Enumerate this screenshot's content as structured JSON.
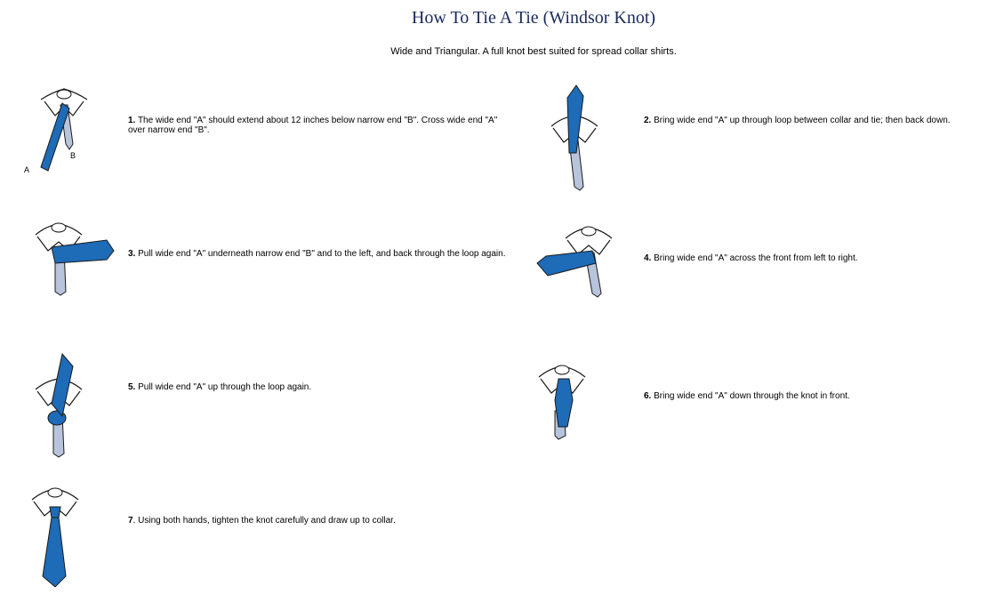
{
  "page": {
    "title": "How To Tie A Tie (Windsor Knot)",
    "subtitle": "Wide and Triangular. A full knot best suited for spread collar shirts."
  },
  "figure_labels": {
    "a": "A",
    "b": "B"
  },
  "steps": [
    {
      "num": "1.",
      "text": "The wide end \"A\" should extend about 12 inches below narrow end \"B\". Cross wide end \"A\" over narrow end \"B\"."
    },
    {
      "num": "2.",
      "text": "Bring wide end \"A\" up through loop between collar and tie; then back down."
    },
    {
      "num": "3.",
      "text": "Pull wide end \"A\" underneath narrow end \"B\" and to the left, and back through the loop again."
    },
    {
      "num": "4.",
      "text": "Bring wide end \"A\" across the front from left to right."
    },
    {
      "num": "5.",
      "text": "Pull wide end \"A\" up through the loop again."
    },
    {
      "num": "6.",
      "text": "Bring wide end \"A\" down through the knot in front."
    },
    {
      "num": "7",
      "text": ". Using both hands, tighten the knot carefully and draw up to collar."
    }
  ],
  "colors": {
    "tie_wide": "#1e6bb8",
    "tie_narrow": "#b8c4dc",
    "outline": "#1a1a1a",
    "title": "#1a2a5a"
  }
}
